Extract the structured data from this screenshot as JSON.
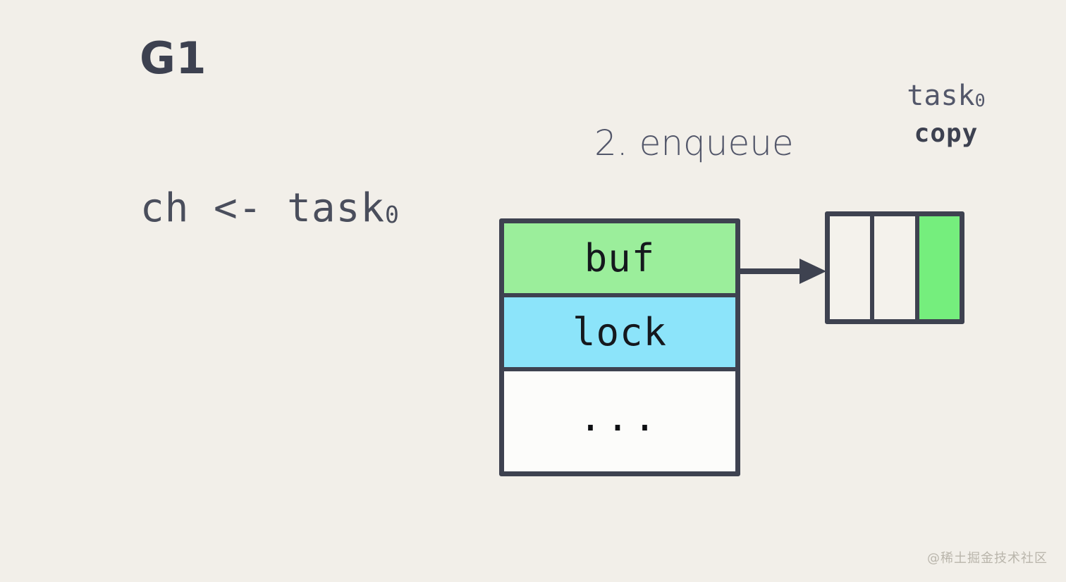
{
  "background_color": "#f2efe9",
  "ink_color": "#3e4250",
  "left": {
    "goroutine_label": "G1",
    "send_statement": {
      "channel": "ch",
      "operator": "<-",
      "value_base": "task",
      "value_subscript": "0",
      "full": "ch <- task0"
    }
  },
  "step": {
    "caption": "2. enqueue",
    "number": "2",
    "action": "enqueue"
  },
  "copy_note": {
    "task_base": "task",
    "task_subscript": "0",
    "copy_label": "copy"
  },
  "chan_struct": {
    "fields": [
      {
        "label": "buf",
        "fill": "#9bee9b",
        "name": "buf"
      },
      {
        "label": "lock",
        "fill": "#8ce4fa",
        "name": "lock"
      },
      {
        "label": "...",
        "fill": "#fcfcfa",
        "name": "more"
      }
    ]
  },
  "arrow": {
    "label": "buf-points-to-ring-buffer",
    "color": "#3e4250"
  },
  "ring_buffer": {
    "capacity": 3,
    "slots": [
      {
        "index": 0,
        "state": "empty",
        "fill": "#f4f2ec"
      },
      {
        "index": 1,
        "state": "empty",
        "fill": "#f4f2ec"
      },
      {
        "index": 2,
        "state": "filled",
        "fill": "#75ee7d"
      }
    ]
  },
  "watermark": {
    "text": "@稀土掘金技术社区"
  }
}
